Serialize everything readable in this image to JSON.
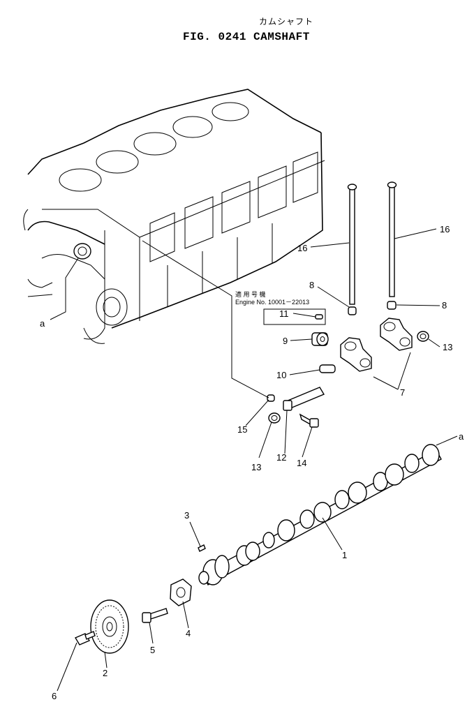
{
  "header": {
    "subtitle_jp": "カムシャフト",
    "title": "FIG. 0241  CAMSHAFT"
  },
  "serial_note": {
    "label_jp": "適 用 号 機",
    "engine_no": "Engine No. 10001－22013"
  },
  "callouts": {
    "c1": "1",
    "c2": "2",
    "c3": "3",
    "c4": "4",
    "c5": "5",
    "c6": "6",
    "c7": "7",
    "c8a": "8",
    "c8b": "8",
    "c9": "9",
    "c10": "10",
    "c11": "11",
    "c12": "12",
    "c13a": "13",
    "c13b": "13",
    "c14": "14",
    "c15": "15",
    "c16a": "16",
    "c16b": "16",
    "ref_a_left": "a",
    "ref_a_right": "a"
  }
}
